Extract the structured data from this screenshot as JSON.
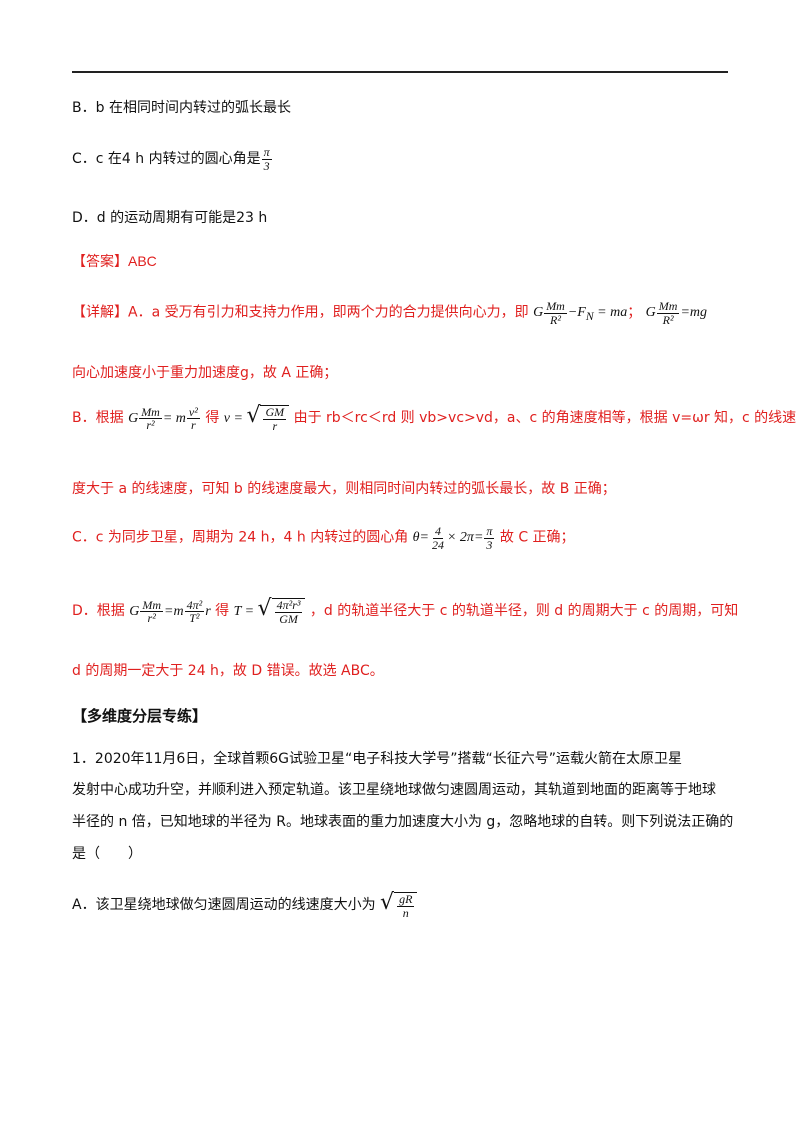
{
  "options_prev": {
    "b": "B．b 在相同时间内转过的弧长最长",
    "c_pre": "C．c 在4 h 内转过的圆心角是",
    "c_frac_num": "π",
    "c_frac_den": "3",
    "d": "D．d 的运动周期有可能是23 h"
  },
  "answer": "【答案】ABC",
  "explain": {
    "l1_pre": "【详解】A．a 受万有引力和支持力作用，即两个力的合力提供向心力，即",
    "l1_eq1_tail": "−F",
    "l1_eq1_end": "= ma",
    "l1_sep": "；",
    "l1_eq2_end": "=mg",
    "l2": "向心加速度小于重力加速度g，故 A 正确；",
    "l3_pre": "B．根据",
    "l3_mid": "得",
    "l3_post": "由于 rb＜rc＜rd 则 vb>vc>vd，a、c 的角速度相等，根据 v=ωr 知，c 的线速",
    "l4": "度大于 a 的线速度，可知 b 的线速度最大，则相同时间内转过的弧长最长，故 B 正确；",
    "l5_pre": "C．c 为同步卫星，周期为 24 h，4 h 内转过的圆心角",
    "l5_post": "故 C 正确；",
    "l6_pre": "D．根据",
    "l6_mid": "得",
    "l6_post": "，d 的轨道半径大于 c 的轨道半径，则 d 的周期大于 c 的周期，可知",
    "l7": "d 的周期一定大于 24 h，故 D 错误。故选 ABC。"
  },
  "section_title": "【多维度分层专练】",
  "q1": {
    "l1": "1．2020年11月6日，全球首颗6G试验卫星“电子科技大学号”搭载“长征六号”运载火箭在太原卫星",
    "l2": "发射中心成功升空，并顺利进入预定轨道。该卫星绕地球做匀速圆周运动，其轨道到地面的距离等于地球",
    "l3": "半径的 n 倍，已知地球的半径为 R。地球表面的重力加速度大小为 g，忽略地球的自转。则下列说法正确的",
    "l4": "是（　　）",
    "a_pre": "A．该卫星绕地球做匀速圆周运动的线速度大小为"
  }
}
